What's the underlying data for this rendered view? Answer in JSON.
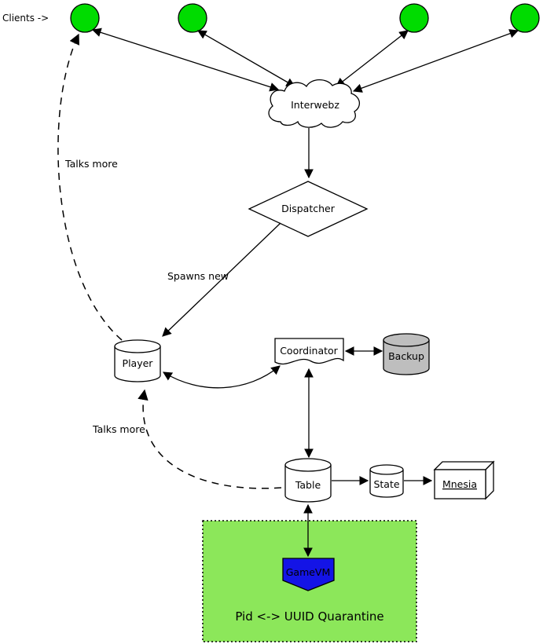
{
  "diagram": {
    "clients_label": "Clients ->",
    "nodes": {
      "interwebz": "Interwebz",
      "dispatcher": "Dispatcher",
      "player": "Player",
      "coordinator": "Coordinator",
      "backup": "Backup",
      "table": "Table",
      "state": "State",
      "mnesia": "Mnesia",
      "gamevm": "GameVM"
    },
    "edge_labels": {
      "spawns_new": "Spawns new",
      "talks_more_upper": "Talks more",
      "talks_more_lower": "Talks more"
    },
    "quarantine_label": "Pid <-> UUID Quarantine",
    "colors": {
      "client_green": "#00DC00",
      "quarantine_green": "#8CE75A",
      "backup_gray": "#BEBEBE",
      "gamevm_blue": "#1414E6"
    }
  }
}
